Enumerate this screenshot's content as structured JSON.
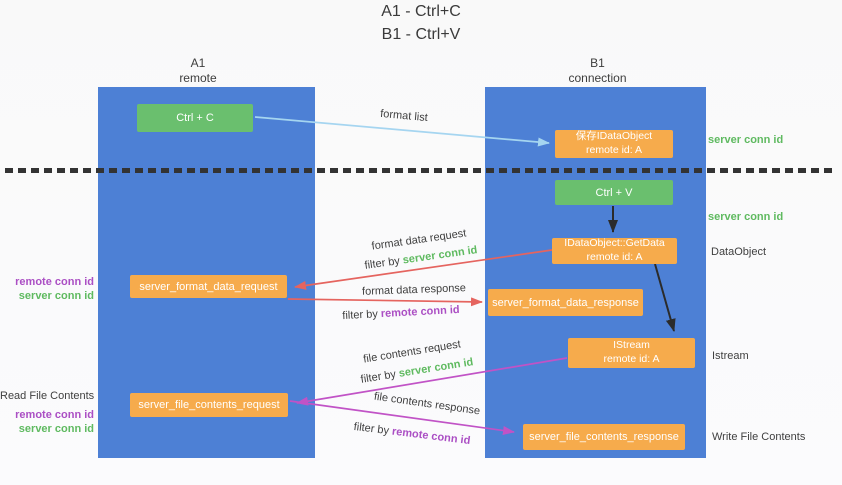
{
  "title": {
    "line1": "A1 - Ctrl+C",
    "line2": "B1 - Ctrl+V"
  },
  "columns": {
    "a": {
      "id": "A1",
      "role": "remote"
    },
    "b": {
      "id": "B1",
      "role": "connection"
    }
  },
  "nodes": {
    "ctrl_c": {
      "label": "Ctrl + C"
    },
    "save_dataobject": {
      "line1": "保存IDataObject",
      "line2": "remote id: A"
    },
    "ctrl_v": {
      "label": "Ctrl + V"
    },
    "getdata": {
      "line1": "IDataObject::GetData",
      "line2": "remote id: A"
    },
    "format_request": {
      "label": "server_format_data_request"
    },
    "format_response": {
      "label": "server_format_data_response"
    },
    "istream": {
      "line1": "IStream",
      "line2": "remote id: A"
    },
    "file_request": {
      "label": "server_file_contents_request"
    },
    "file_response": {
      "label": "server_file_contents_response"
    }
  },
  "side_labels": {
    "right_server_conn_1": "server conn id",
    "right_server_conn_2": "server conn id",
    "dataobject": "DataObject",
    "istream": "Istream",
    "write_file": "Write File Contents",
    "left_remote_conn_1": "remote conn id",
    "left_server_conn_1": "server conn id",
    "read_file": "Read File Contents",
    "left_remote_conn_2": "remote conn id",
    "left_server_conn_2": "server conn id"
  },
  "arrow_labels": {
    "format_list": "format list",
    "format_data_request": "format data request",
    "format_data_request_filter_prefix": "filter by ",
    "format_data_request_filter_key": "server conn id",
    "format_data_response": "format data response",
    "format_data_response_filter_prefix": "filter by ",
    "format_data_response_filter_key": "remote conn id",
    "file_contents_request": "file contents request",
    "file_contents_request_filter_prefix": "filter by ",
    "file_contents_request_filter_key": "server conn id",
    "file_contents_response": "file contents response",
    "file_contents_response_filter_prefix": "filter by ",
    "file_contents_response_filter_key": "remote conn id"
  },
  "colors": {
    "column_blue": "#4d80d5",
    "node_green": "#6abf6e",
    "node_orange": "#f6ab4c",
    "accent_green": "#5fba60",
    "accent_purple": "#ab4fc4",
    "arrow_red": "#e5645f",
    "arrow_magenta": "#c153c6",
    "arrow_lightblue": "#a5d5f0",
    "arrow_black": "#2b2b2b",
    "text_dark": "#3f3f3f"
  }
}
